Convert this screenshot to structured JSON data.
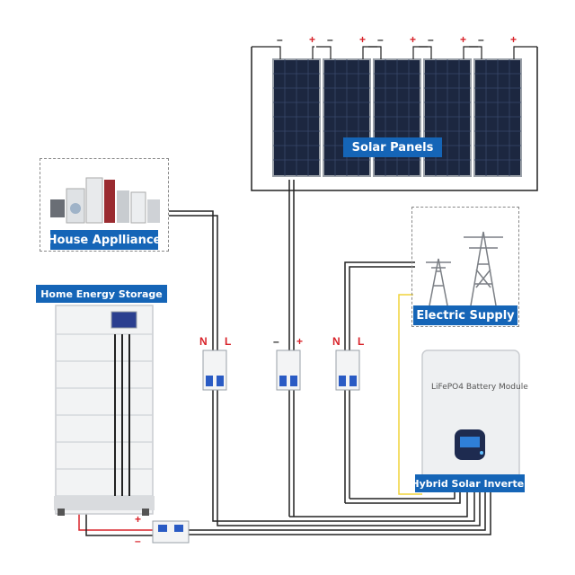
{
  "labels": {
    "solar_panels": "Solar Panels",
    "house_appliance": "House Applliance",
    "home_energy_storage": "Home Energy Storage",
    "electric_supply": "Electric Supply",
    "hybrid_inverter": "Hybrid Solar Inverter",
    "battery_module": "LiFePO4 Battery Module"
  },
  "panel_polarity": {
    "neg": "–",
    "pos": "+"
  },
  "breakers": [
    {
      "left": "N",
      "right": "L"
    },
    {
      "left": "–",
      "right": "+"
    },
    {
      "left": "N",
      "right": "L"
    }
  ],
  "battery_polarity": {
    "pos": "+",
    "neg": "–"
  },
  "colors": {
    "label_bg": "#1565b7",
    "wire_black": "#222222",
    "wire_red": "#d8232a",
    "wire_yellow": "#f0d43a",
    "breaker_blue": "#2a5bc4"
  }
}
